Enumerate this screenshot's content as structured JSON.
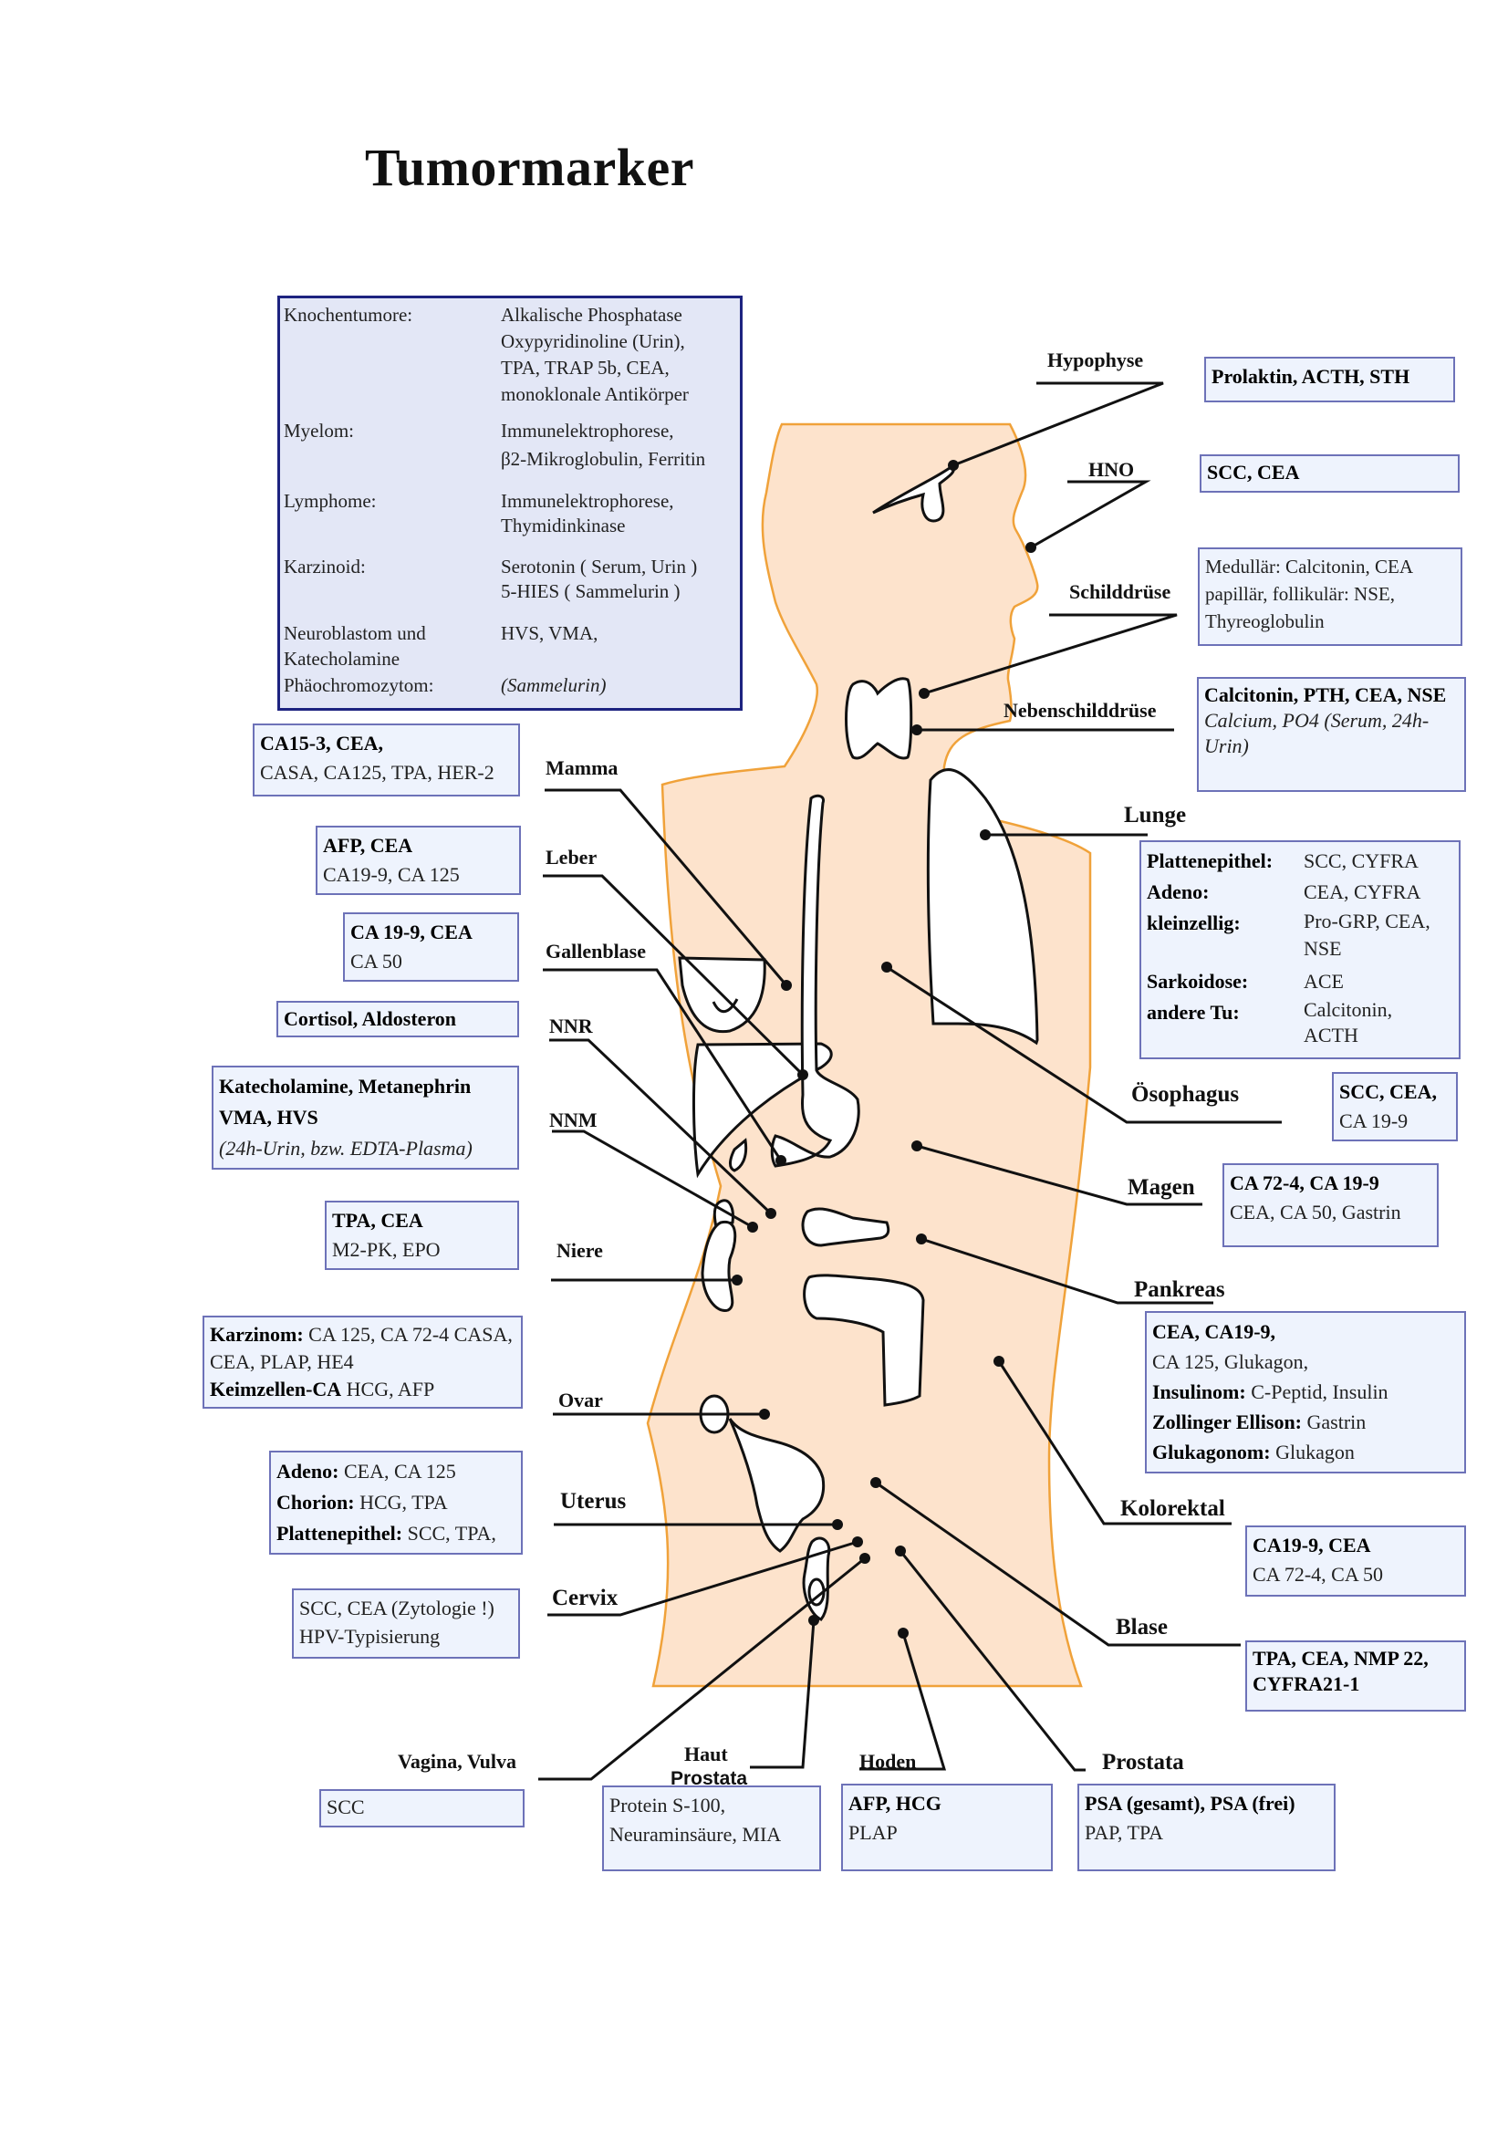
{
  "title": "Tumormarker",
  "colors": {
    "body_fill": "#fde3cc",
    "body_outline": "#f0a23a",
    "box_fill": "#eef3fd",
    "box_border": "#6d72b8",
    "main_box_fill": "#e3e7f6",
    "main_box_border": "#1d2380"
  },
  "main_box": {
    "rows": [
      {
        "key": "Knochentumore:",
        "values": [
          "Alkalische Phosphatase",
          "Oxypyridinoline (Urin),",
          "TPA, TRAP 5b, CEA,",
          "monoklonale Antikörper"
        ]
      },
      {
        "key": "Myelom:",
        "values": [
          "Immunelektrophorese,",
          "β2-Mikroglobulin, Ferritin"
        ]
      },
      {
        "key": "Lymphome:",
        "values": [
          "Immunelektrophorese,",
          "Thymidinkinase"
        ]
      },
      {
        "key": "Karzinoid:",
        "values": [
          "Serotonin ( Serum, Urin )",
          "5-HIES ( Sammelurin )"
        ]
      },
      {
        "key": "Neuroblastom und",
        "values": [
          "HVS, VMA,"
        ]
      },
      {
        "key": "Katecholamine",
        "values": []
      },
      {
        "key": "Phäochromozytom:",
        "values": [
          "(Sammelurin)"
        ]
      }
    ]
  },
  "organs": {
    "hypophyse": {
      "label": "Hypophyse",
      "bold": "Prolaktin, ACTH, STH",
      "lines": []
    },
    "hno": {
      "label": "HNO",
      "bold": "SCC, CEA",
      "lines": []
    },
    "schilddruese": {
      "label": "Schilddrüse",
      "lines": [
        "Medullär: Calcitonin, CEA",
        "papillär, follikulär: NSE,",
        "Thyreoglobulin"
      ]
    },
    "nebenschilddruese": {
      "label": "Nebenschilddrüse",
      "bold": "Calcitonin, PTH, CEA, NSE",
      "lines": [
        "Calcium, PO4 (Serum, 24h-Urin)"
      ]
    },
    "lunge": {
      "label": "Lunge",
      "rows": [
        {
          "key": "Plattenepithel:",
          "value": "SCC, CYFRA"
        },
        {
          "key": "Adeno:",
          "value": "CEA, CYFRA"
        },
        {
          "key": "kleinzellig:",
          "value": "Pro-GRP, CEA, NSE"
        },
        {
          "key": "Sarkoidose:",
          "value": "ACE"
        },
        {
          "key": "andere Tu:",
          "value": "Calcitonin, ACTH"
        }
      ]
    },
    "oesophagus": {
      "label": "Ösophagus",
      "bold": "SCC, CEA,",
      "lines": [
        "CA 19-9"
      ]
    },
    "magen": {
      "label": "Magen",
      "bold": "CA 72-4, CA 19-9",
      "lines": [
        "CEA, CA 50, Gastrin"
      ]
    },
    "pankreas": {
      "label": "Pankreas",
      "bold": "CEA, CA19-9,",
      "lines": [
        "CA 125, Glukagon,"
      ],
      "rows": [
        {
          "key": "Insulinom:",
          "value": "C-Peptid, Insulin"
        },
        {
          "key": "Zollinger Ellison:",
          "value": "Gastrin"
        },
        {
          "key": "Glukagonom:",
          "value": "Glukagon"
        }
      ]
    },
    "kolorektal": {
      "label": "Kolorektal",
      "bold": "CA19-9, CEA",
      "lines": [
        "CA 72-4, CA 50"
      ]
    },
    "blase": {
      "label": "Blase",
      "bold": "TPA, CEA, NMP 22, CYFRA21-1",
      "lines": []
    },
    "mamma": {
      "label": "Mamma",
      "bold": "CA15-3, CEA,",
      "lines": [
        "CASA, CA125, TPA, HER-2"
      ]
    },
    "leber": {
      "label": "Leber",
      "bold": "AFP, CEA",
      "lines": [
        "CA19-9, CA 125"
      ]
    },
    "gallenblase": {
      "label": "Gallenblase",
      "bold": "CA 19-9, CEA",
      "lines": [
        "CA 50"
      ]
    },
    "nnr": {
      "label": "NNR",
      "bold": "Cortisol, Aldosteron",
      "lines": []
    },
    "nnm": {
      "label": "NNM",
      "bold": "Katecholamine, Metanephrin",
      "bold2": "VMA, HVS",
      "italic": "(24h-Urin, bzw. EDTA-Plasma)"
    },
    "niere": {
      "label": "Niere",
      "bold": "TPA, CEA",
      "lines": [
        "M2-PK, EPO"
      ]
    },
    "ovar": {
      "label": "Ovar",
      "rows": [
        {
          "key": "Karzinom:",
          "value": "CA 125, CA 72-4 CASA,"
        },
        {
          "key": "",
          "value": "CEA, PLAP, HE4"
        },
        {
          "key": "Keimzellen-CA",
          "value": "HCG, AFP"
        }
      ]
    },
    "uterus": {
      "label": "Uterus",
      "rows": [
        {
          "key": "Adeno:",
          "value": "CEA, CA 125"
        },
        {
          "key": "Chorion:",
          "value": "HCG, TPA"
        },
        {
          "key": "Plattenepithel:",
          "value": "SCC, TPA,"
        }
      ]
    },
    "cervix": {
      "label": "Cervix",
      "lines": [
        "SCC, CEA (Zytologie !)",
        "HPV-Typisierung"
      ]
    },
    "vagina": {
      "label": "Vagina, Vulva",
      "lines": [
        "SCC"
      ]
    },
    "haut": {
      "label": "Haut",
      "overlay": "Prostata",
      "lines": [
        "Protein S-100,",
        "Neuraminsäure, MIA"
      ]
    },
    "hoden": {
      "label": "Hoden",
      "bold": "AFP, HCG",
      "lines": [
        "PLAP"
      ]
    },
    "prostata": {
      "label": "Prostata",
      "bold": "PSA (gesamt), PSA (frei)",
      "lines": [
        "PAP, TPA"
      ]
    }
  }
}
